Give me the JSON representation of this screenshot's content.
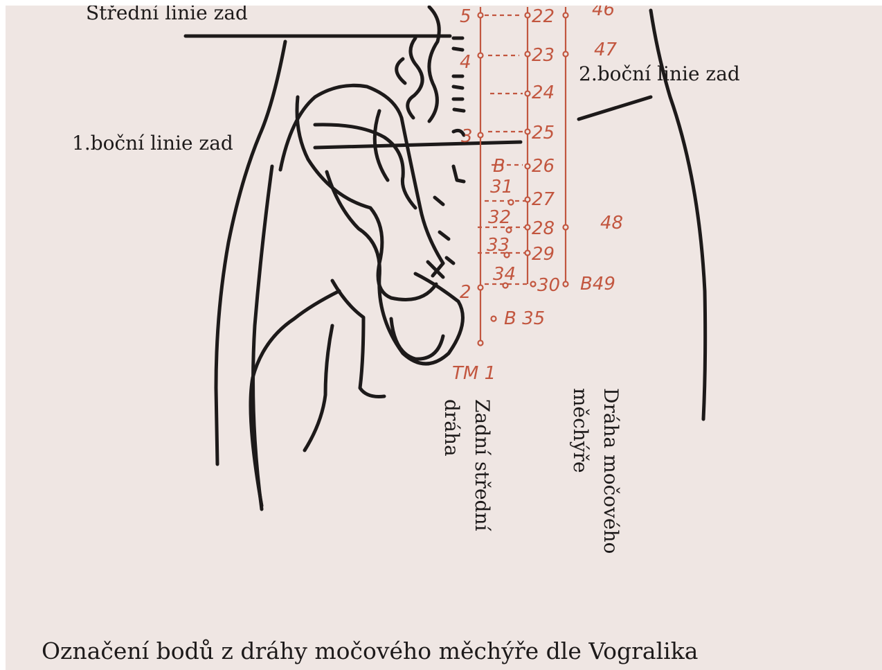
{
  "labels": {
    "midline": "Střední linie zad",
    "lateral1": "1.boční linie zad",
    "lateral2": "2.boční linie zad"
  },
  "vertical_labels": {
    "governor_line1": "Zadní střední",
    "governor_line2": "dráha",
    "bladder_line1": "Dráha močového",
    "bladder_line2": "měchýře"
  },
  "caption": "Označení bodů z dráhy močového měchýře dle Vogralika",
  "points": {
    "inner_column": [
      "22",
      "23",
      "24",
      "25",
      "26",
      "27",
      "28",
      "29",
      "30"
    ],
    "sacral_foramina": [
      "31",
      "32",
      "33",
      "34"
    ],
    "midline_marks": [
      "5",
      "4",
      "3",
      "2"
    ],
    "outer_column": [
      "46",
      "47",
      "48",
      "B49"
    ],
    "extra": [
      "B",
      "B 35",
      "TM 1"
    ]
  },
  "colors": {
    "ink": "#1d1a1a",
    "red_ink": "#c2563f",
    "paper": "#efe6e3"
  }
}
